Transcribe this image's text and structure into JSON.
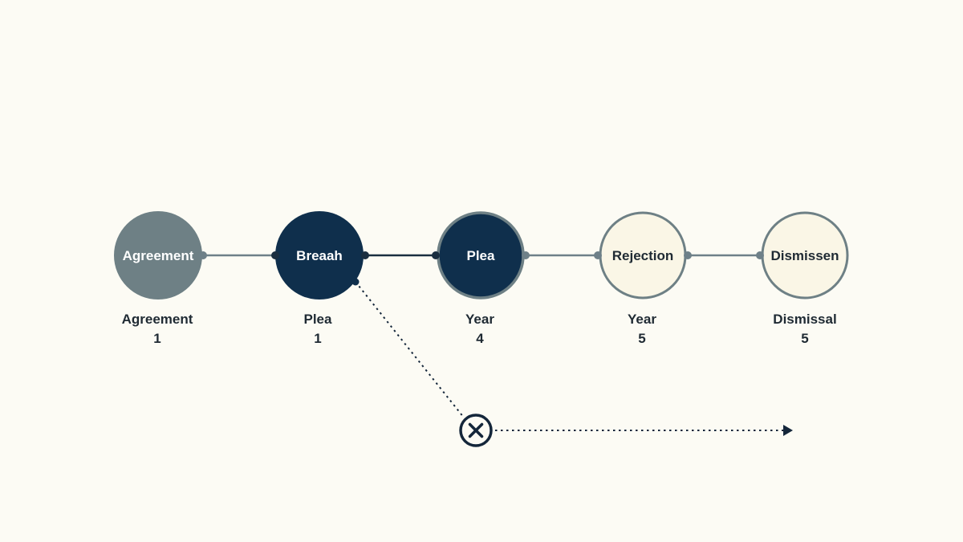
{
  "colors": {
    "background": "#fcfbf4",
    "connector": "#6e8088",
    "dark_connector": "#1a2e40",
    "muted_node": "#6e8085",
    "dark_node": "#0f2f4c",
    "light_node": "#faf6e6",
    "caption_text": "#1f2a33",
    "marker_stroke": "#14263a"
  },
  "nodes": [
    {
      "label": "Agreement",
      "caption_top": "Agreement",
      "caption_bottom": "1",
      "style": "muted"
    },
    {
      "label": "Breaah",
      "caption_top": "Plea",
      "caption_bottom": "1",
      "style": "dark"
    },
    {
      "label": "Plea",
      "caption_top": "Year",
      "caption_bottom": "4",
      "style": "dark-ringed"
    },
    {
      "label": "Rejection",
      "caption_top": "Year",
      "caption_bottom": "5",
      "style": "light"
    },
    {
      "label": "Dismissen",
      "caption_top": "Dismissal",
      "caption_bottom": "5",
      "style": "light"
    }
  ],
  "branch": {
    "marker_icon": "close-circle-icon",
    "arrow_icon": "arrow-right-icon"
  }
}
